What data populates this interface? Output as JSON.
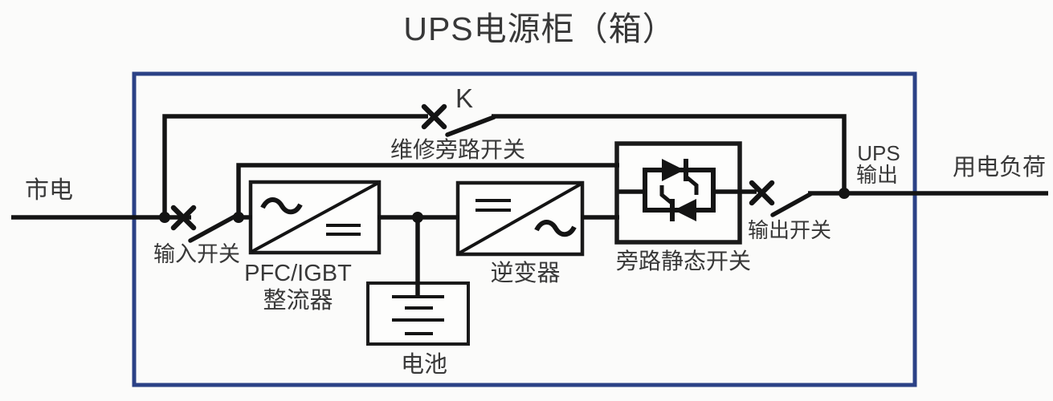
{
  "title": "UPS电源柜（箱）",
  "colors": {
    "line": "#141414",
    "cabinet_border": "#2b4186",
    "text": "#383838",
    "canvas_background": "#fbfbfa"
  },
  "diagram": {
    "mains_label": "市电",
    "input_switch_label": "输入开关",
    "maintenance_switch_id": "K",
    "maintenance_switch_label": "维修旁路开关",
    "rectifier_label_line1": "PFC/IGBT",
    "rectifier_label_line2": "整流器",
    "battery_label": "电池",
    "inverter_label": "逆变器",
    "static_switch_label": "旁路静态开关",
    "output_switch_label": "输出开关",
    "ups_output_label_line1": "UPS",
    "ups_output_label_line2": "输出",
    "load_label": "用电负荷",
    "icons": {
      "breaker_x_icon": "×",
      "ac_wave_icon": "~",
      "dc_bars_icon": "=",
      "battery_plates_icon": "⎓",
      "thyristor_pair_icon": "anti-parallel SCR"
    }
  }
}
